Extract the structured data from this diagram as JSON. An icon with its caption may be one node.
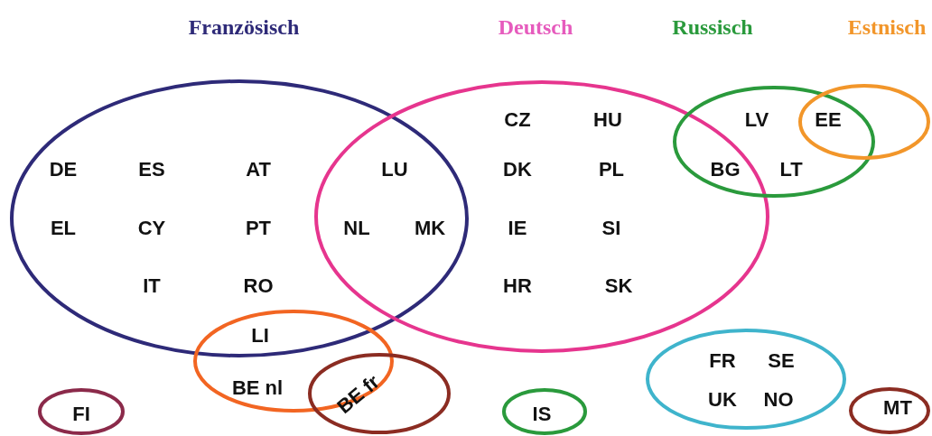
{
  "diagram": {
    "nodes": [
      {
        "text": [
          "Französisch"
        ]
      },
      {
        "text": [
          "Deutsch"
        ]
      },
      {
        "text": [
          "Russisch"
        ]
      },
      {
        "text": [
          "Estnisch"
        ]
      },
      {
        "text": [],
        "shape": "ellipse"
      },
      {
        "text": [],
        "shape": "ellipse"
      },
      {
        "text": [
          "FI"
        ]
      },
      {
        "text": [
          "IS"
        ]
      },
      {
        "text": [
          "FR",
          "SE",
          "UK",
          "NO"
        ]
      },
      {
        "text": [
          "MT"
        ]
      }
    ],
    "labels": [
      "CZ",
      "HU",
      "LV",
      "EE",
      "DE",
      "ES",
      "AT",
      "LU",
      "DK",
      "PL",
      "BG",
      "LT",
      "EL",
      "CY",
      "PT",
      "NL",
      "MK",
      "IE",
      "SI",
      "IT",
      "RO",
      "HR",
      "SK",
      "LI",
      "BE nl",
      "BE fr"
    ]
  }
}
